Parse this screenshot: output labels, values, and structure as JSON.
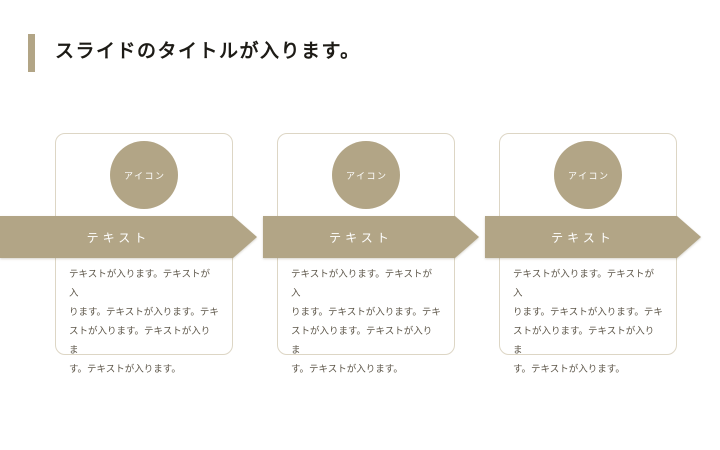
{
  "slide": {
    "title": "スライドのタイトルが入ります。"
  },
  "cards": [
    {
      "icon_label": "アイコン",
      "arrow_label": "テキスト",
      "body": "テキストが入ります。テキストが入\nります。テキストが入ります。テキ\nストが入ります。テキストが入りま\nす。テキストが入ります。"
    },
    {
      "icon_label": "アイコン",
      "arrow_label": "テキスト",
      "body": "テキストが入ります。テキストが入\nります。テキストが入ります。テキ\nストが入ります。テキストが入りま\nす。テキストが入ります。"
    },
    {
      "icon_label": "アイコン",
      "arrow_label": "テキスト",
      "body": "テキストが入ります。テキストが入\nります。テキストが入ります。テキ\nストが入ります。テキストが入りま\nす。テキストが入ります。"
    }
  ],
  "colors": {
    "accent": "#b2a586",
    "card_border": "#ddd6c5",
    "body_text": "#5d5649",
    "title_text": "#1d1b16",
    "background": "#ffffff"
  }
}
